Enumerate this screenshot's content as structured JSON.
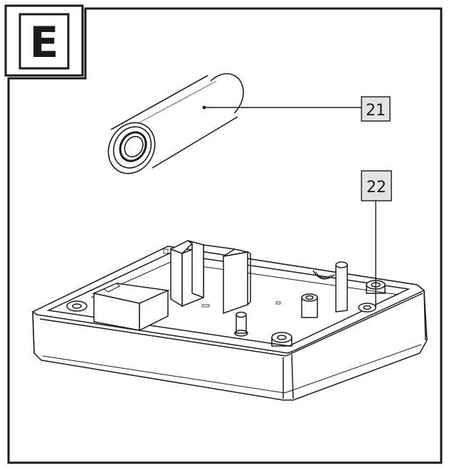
{
  "step": {
    "letter": "E"
  },
  "callouts": [
    {
      "id": "21",
      "label": "21",
      "part": "battery"
    },
    {
      "id": "22",
      "label": "22",
      "part": "housing-base"
    }
  ],
  "colors": {
    "line": "#1a1a1a",
    "callout_fill": "#e3e3e3",
    "background": "#ffffff"
  }
}
